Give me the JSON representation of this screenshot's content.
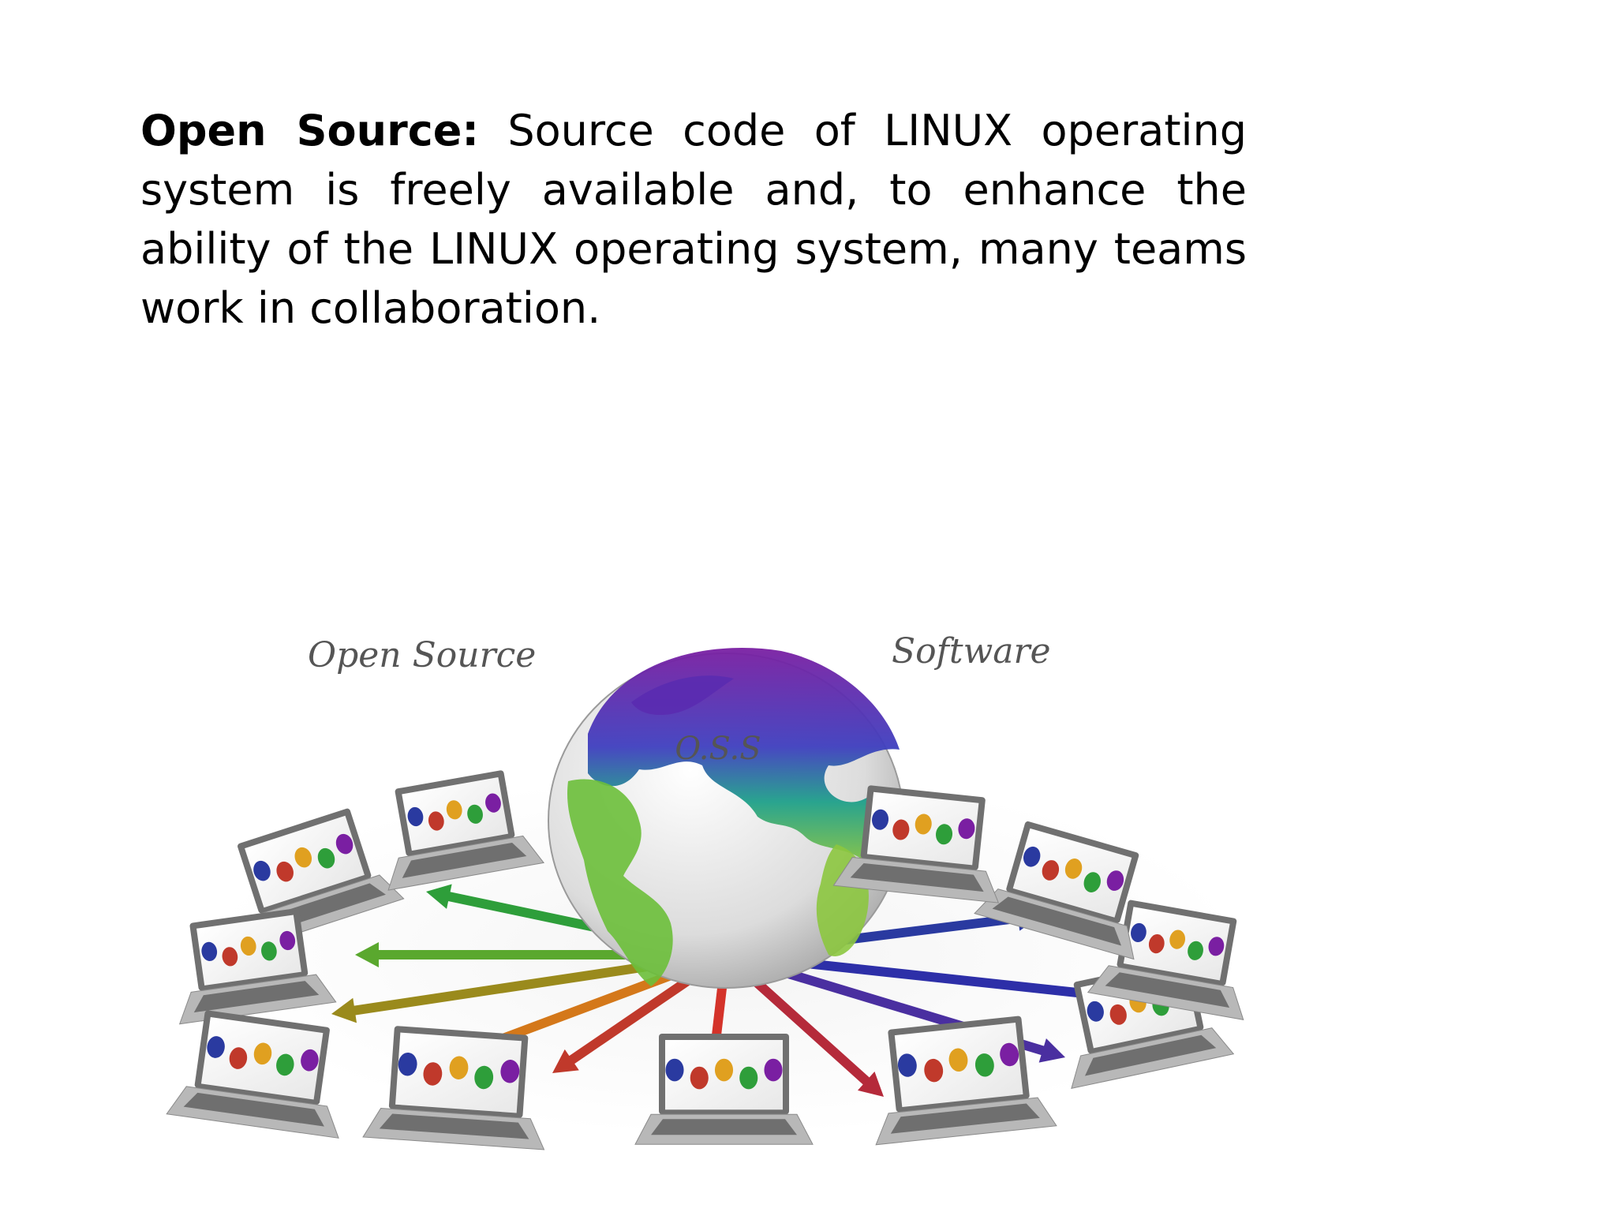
{
  "slide": {
    "term": "Open Source:",
    "description": " Source code of LINUX operating system is freely available and,  to enhance the ability of the LINUX operating system, many teams work in collaboration."
  },
  "illustration": {
    "left_caption": "Open Source",
    "right_caption": "Software",
    "globe_label": "O.S.S",
    "icons": [
      "globe-icon",
      "laptop-icon",
      "arrow-icon"
    ]
  }
}
